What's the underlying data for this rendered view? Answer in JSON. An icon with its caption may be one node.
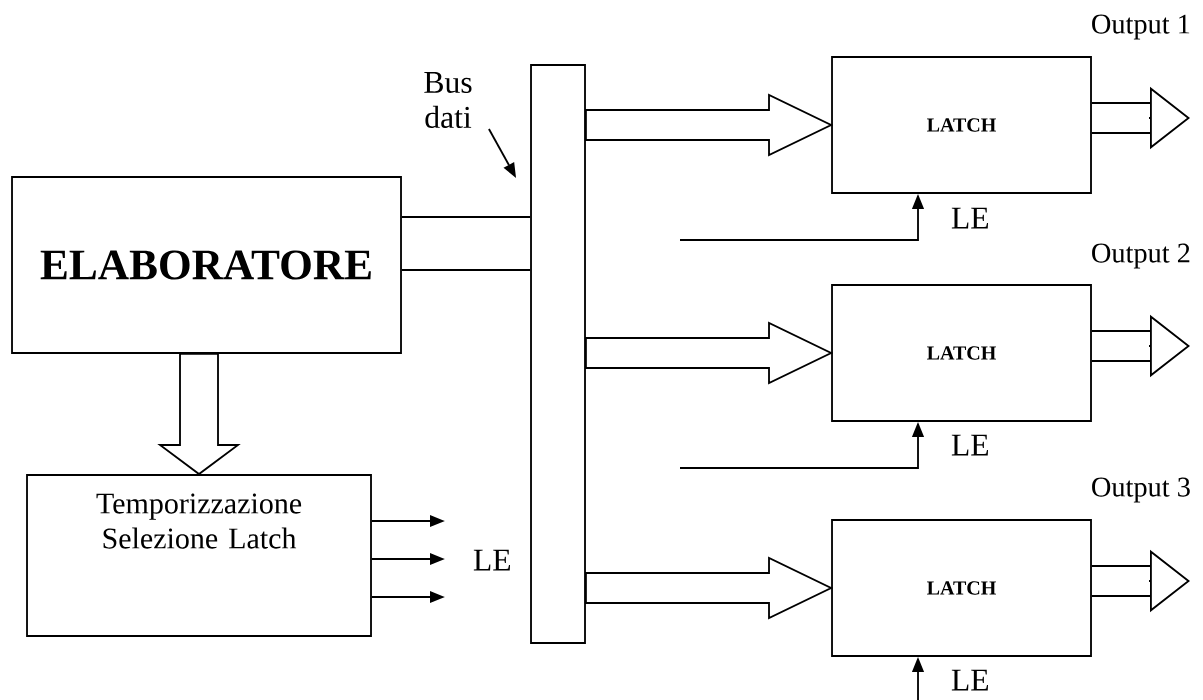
{
  "diagram": {
    "nodes": [
      {
        "text": [
          "ELABORATORE"
        ]
      },
      {
        "text": [
          "Temporizzazione Selezione Latch"
        ]
      },
      {
        "text": [],
        "shape": "bar"
      },
      {
        "text": [
          "LATCH"
        ],
        "beside": [
          "Output 1",
          "LE"
        ]
      },
      {
        "text": [
          "LATCH"
        ],
        "beside": [
          "Output 2",
          "LE"
        ]
      },
      {
        "text": [
          "LATCH"
        ],
        "beside": [
          "Output 3",
          "LE"
        ]
      },
      {
        "text": [
          "Bus dati"
        ]
      }
    ],
    "edges": [
      {
        "from": 0,
        "to": 2,
        "arrow": "none"
      },
      {
        "from": 0,
        "to": 1,
        "arrow": "to"
      },
      {
        "from": 2,
        "to": 3,
        "arrow": "to"
      },
      {
        "from": 2,
        "to": 4,
        "arrow": "to"
      },
      {
        "from": 2,
        "to": 5,
        "arrow": "to"
      },
      {
        "from": 3,
        "to": null,
        "arrow": "to"
      },
      {
        "from": 4,
        "to": null,
        "arrow": "to"
      },
      {
        "from": 5,
        "to": null,
        "arrow": "to"
      },
      {
        "from": null,
        "to": 3,
        "arrow": "to"
      },
      {
        "from": null,
        "to": 4,
        "arrow": "to"
      },
      {
        "from": null,
        "to": 5,
        "arrow": "to"
      },
      {
        "from": 1,
        "to": null,
        "arrow": "to"
      },
      {
        "from": 1,
        "to": null,
        "arrow": "to"
      },
      {
        "from": 1,
        "to": null,
        "arrow": "to"
      },
      {
        "from": 6,
        "to": 2,
        "arrow": "to"
      }
    ],
    "labels": [
      "LE"
    ]
  }
}
